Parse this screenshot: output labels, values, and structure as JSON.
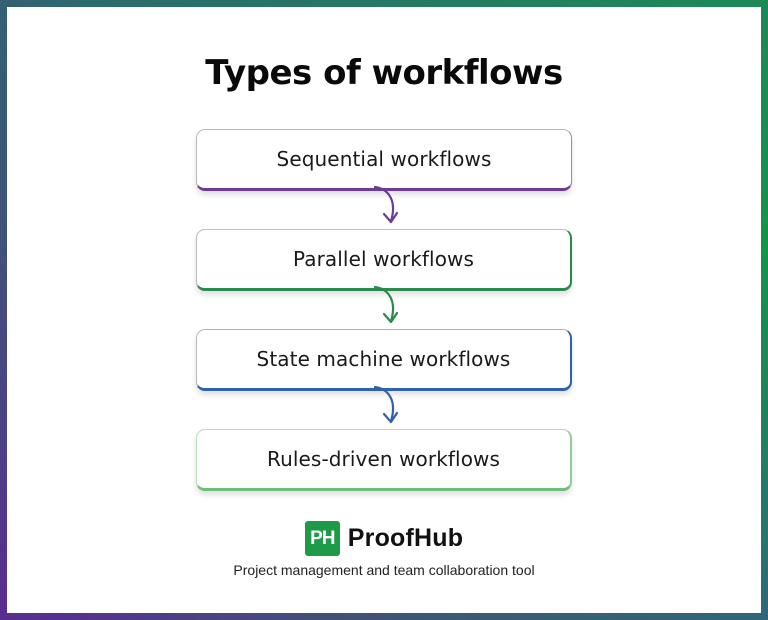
{
  "title": "Types of workflows",
  "steps": [
    {
      "label": "Sequential workflows",
      "accent": "#6a3b9a"
    },
    {
      "label": "Parallel workflows",
      "accent": "#2a8a4e"
    },
    {
      "label": "State machine workflows",
      "accent": "#2f62a8"
    },
    {
      "label": "Rules-driven workflows",
      "accent": "#6cbf7a"
    }
  ],
  "arrows": [
    {
      "from": "Sequential workflows",
      "to": "Parallel workflows",
      "color": "#6a3b9a"
    },
    {
      "from": "Parallel workflows",
      "to": "State machine workflows",
      "color": "#2a8a4e"
    },
    {
      "from": "State machine workflows",
      "to": "Rules-driven workflows",
      "color": "#2f62a8"
    }
  ],
  "brand": {
    "logo_mark": "PH",
    "name": "ProofHub",
    "tagline": "Project management and team collaboration tool",
    "color": "#1e9a48"
  },
  "frame": {
    "colors": [
      "#2f6670",
      "#13954a",
      "#5a2c90",
      "#2e6a78"
    ]
  }
}
